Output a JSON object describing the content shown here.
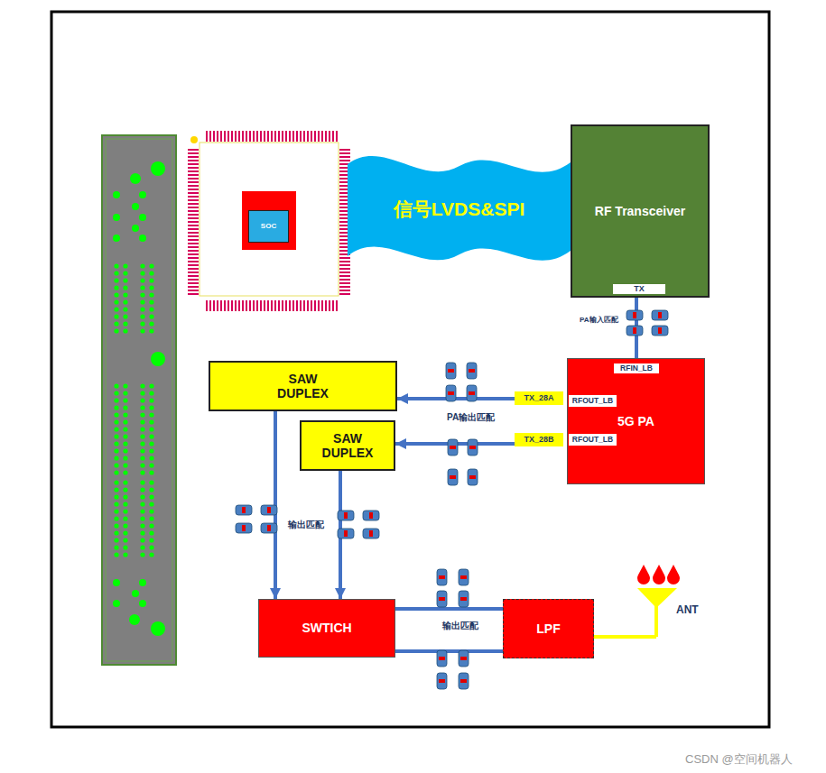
{
  "diagram": {
    "nodes": [
      {
        "text": [
          "SOC"
        ]
      },
      {
        "text": [
          "信号LVDS&SPI"
        ]
      },
      {
        "text": [
          "RF Transceiver"
        ]
      },
      {
        "text": [
          "TX"
        ],
        "in": 2
      },
      {
        "text": [
          "5G PA"
        ]
      },
      {
        "text": [
          "RFIN_LB"
        ],
        "in": 4
      },
      {
        "text": [
          "RFOUT_LB"
        ],
        "in": 4
      },
      {
        "text": [
          "RFOUT_LB"
        ],
        "in": 4
      },
      {
        "text": [
          "TX_28A"
        ]
      },
      {
        "text": [
          "TX_28B"
        ]
      },
      {
        "text": [
          "SAW DUPLEX"
        ]
      },
      {
        "text": [
          "SAW DUPLEX"
        ]
      },
      {
        "text": [
          "SWTICH"
        ]
      },
      {
        "text": [
          "LPF"
        ]
      }
    ],
    "edges": [
      {
        "from": 3,
        "to": 5,
        "arrow": "none"
      },
      {
        "from": 8,
        "to": 10,
        "arrow": "to"
      },
      {
        "from": 9,
        "to": 11,
        "arrow": "to"
      },
      {
        "from": 10,
        "to": 12,
        "arrow": "to"
      },
      {
        "from": 11,
        "to": 12,
        "arrow": "to"
      },
      {
        "from": 12,
        "to": 13,
        "arrow": "none"
      },
      {
        "from": 12,
        "to": 13,
        "arrow": "none"
      }
    ],
    "labels": [
      "PA输入匹配",
      "PA输出匹配",
      "输出匹配",
      "输出匹配",
      "ANT",
      "CSDN @空间机器人"
    ]
  }
}
